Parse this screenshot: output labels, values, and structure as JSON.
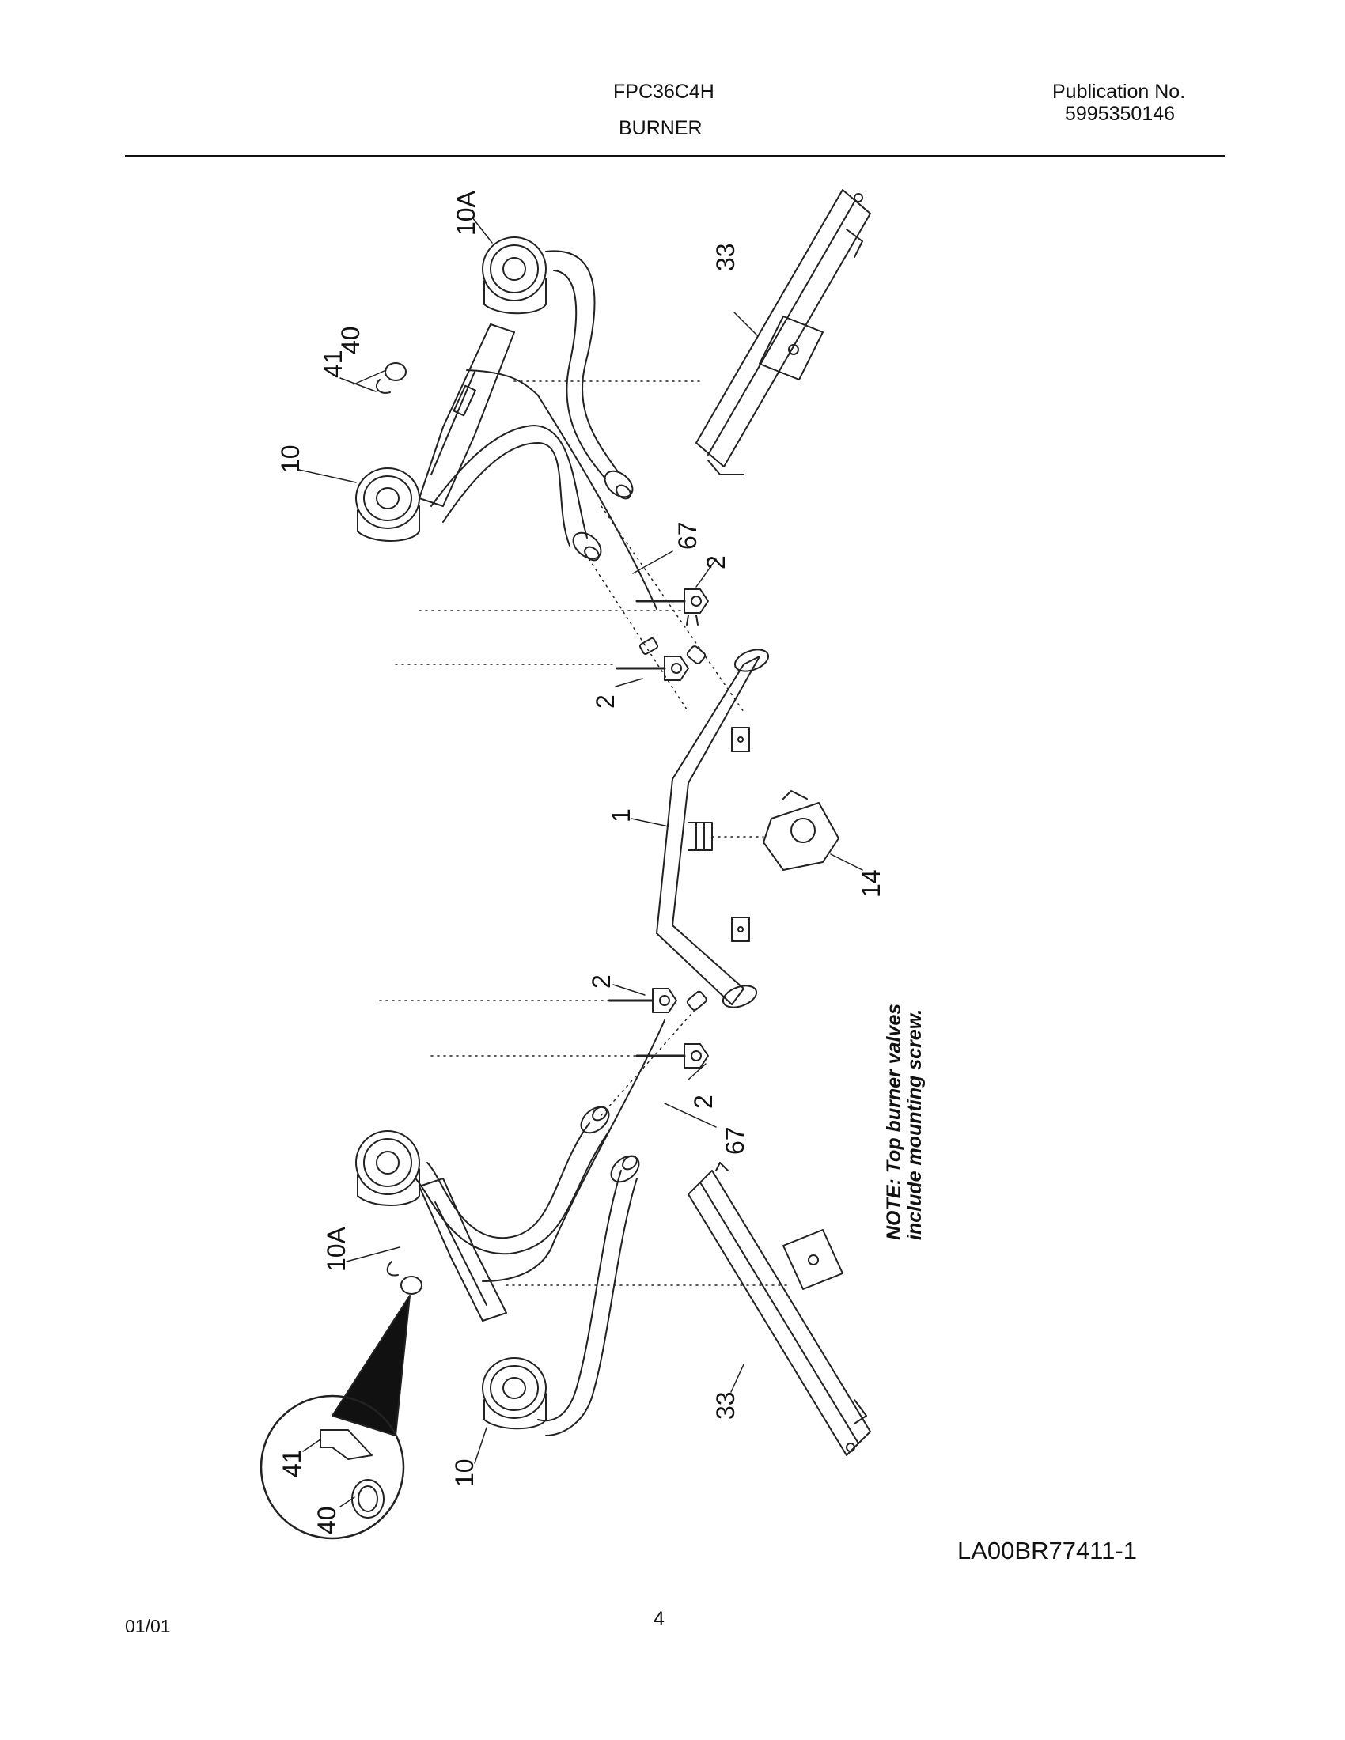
{
  "header": {
    "model": "FPC36C4H",
    "section": "BURNER",
    "publication_label": "Publication No.",
    "publication_number": "5995350146"
  },
  "diagram": {
    "callouts": {
      "c10a_top": "10A",
      "c33_top": "33",
      "c40_top": "40",
      "c41_top": "41",
      "c10_top": "10",
      "c67_top": "67",
      "c2_a": "2",
      "c2_b": "2",
      "c1": "1",
      "c14": "14",
      "c2_c": "2",
      "c2_d": "2",
      "c67_bottom": "67",
      "c10a_bottom": "10A",
      "c33_bottom": "33",
      "c41_detail": "41",
      "c40_detail": "40",
      "c10_bottom": "10"
    },
    "note_line1": "NOTE: Top burner valves",
    "note_line2": "include mounting screw."
  },
  "footer": {
    "drawing_code": "LA00BR77411-1",
    "date": "01/01",
    "page": "4"
  }
}
